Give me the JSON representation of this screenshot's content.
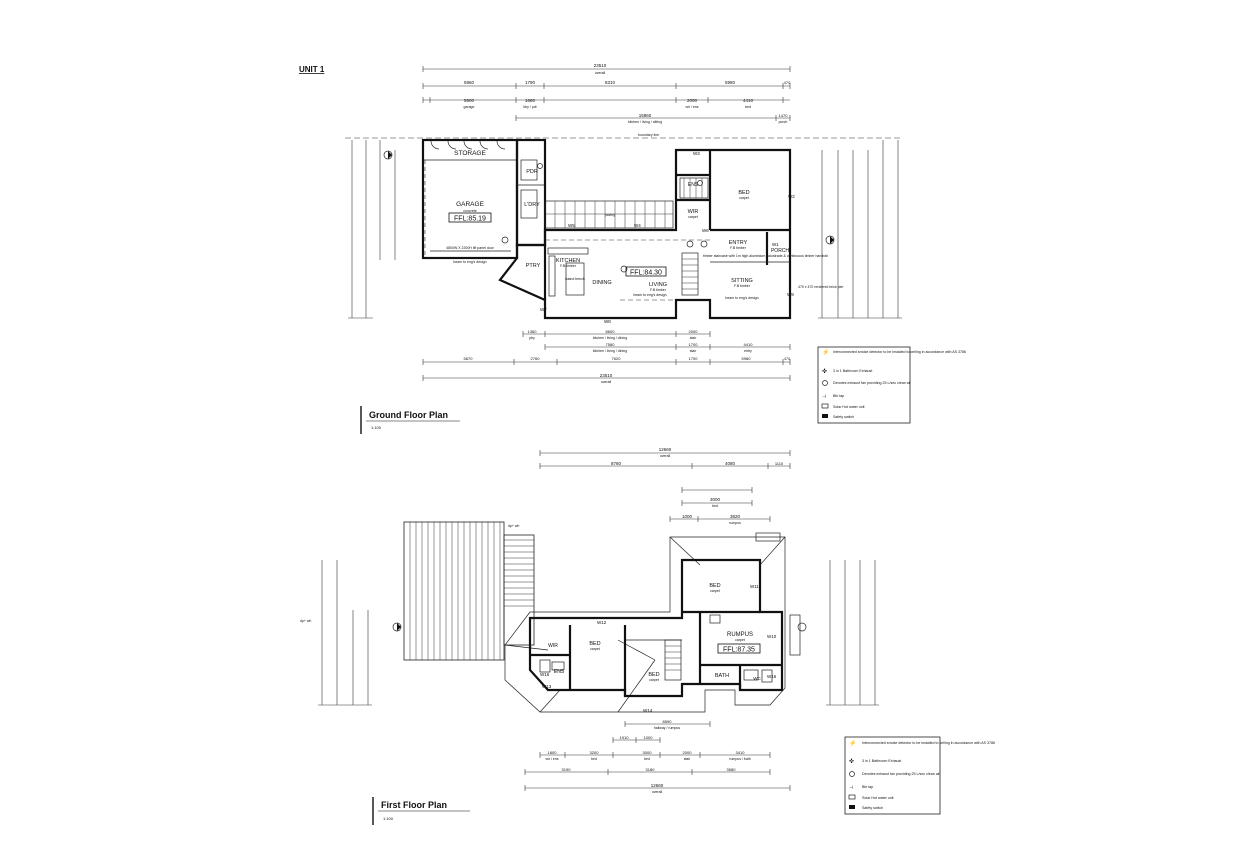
{
  "unit_label": "UNIT 1",
  "ground": {
    "title": "Ground Floor Plan",
    "scale": "1:100",
    "rooms": {
      "storage": "STORAGE",
      "garage": "GARAGE",
      "garage_sub": "concrete",
      "pdr": "PDR",
      "ldry": "L'DRY",
      "ptry": "PTRY",
      "kitchen": "KITCHEN",
      "kitchen_sub": "F.B timber",
      "island": "island bench",
      "dining": "DINING",
      "living": "LIVING",
      "living_sub": "F.B timber",
      "entry": "ENTRY",
      "entry_sub": "F.B timber",
      "sitting": "SITTING",
      "sitting_sub": "F.B timber",
      "porch": "PORCH",
      "bed": "BED",
      "bed_sub": "carpet",
      "wir": "WIR",
      "wir_sub": "carpet",
      "ens": "ENS",
      "paving": "paving"
    },
    "ffl_garage": "FFL:85.19",
    "ffl_living": "FFL:84.30",
    "notes": {
      "door": "4800W X 2200H lift panel door",
      "beam1": "beam to eng's design",
      "stair": "timber staircase with 1m high aluminium balustrade & continuous timber handrail",
      "pier": "470 x 470 rendered brick pier",
      "bkdry": "boundary line"
    },
    "windows": [
      "W1",
      "W2",
      "W3",
      "W4",
      "W5",
      "W6",
      "W7",
      "W8",
      "W9"
    ],
    "dims_top": {
      "overall": "23510",
      "overall_lbl": "overall",
      "row2": [
        "5960",
        "1790",
        "8310",
        "5980",
        "470"
      ],
      "row3": [
        "5500",
        "1680",
        "2000",
        "4410"
      ],
      "row3_lbl": [
        "garage",
        "ldry / pdr",
        "wir / ens",
        "bed"
      ],
      "row4": "15960",
      "row4_lbl": "kitchen / living / sitting",
      "row4b": "1470",
      "row4b_lbl": "porch"
    },
    "dims_bottom": {
      "row1": [
        "1360",
        "8600",
        "2000"
      ],
      "row1_lbl": [
        "ptry",
        "kitchen / living / dining",
        "stair"
      ],
      "row2": [
        "7580",
        "1700",
        "4410"
      ],
      "row2_lbl": [
        "kitchen / living / dining",
        "stair",
        "entry"
      ],
      "row3": [
        "5870",
        "2760",
        "7620",
        "1700",
        "5980",
        "470"
      ],
      "overall": "23510",
      "overall_lbl": "overall"
    }
  },
  "first": {
    "title": "First Floor Plan",
    "scale": "1:100",
    "rooms": {
      "bed1": "BED",
      "bed1_sub": "carpet",
      "bed2": "BED",
      "bed2_sub": "carpet",
      "bed3": "BED",
      "bed3_sub": "carpet",
      "rumpus": "RUMPUS",
      "rumpus_sub": "carpet",
      "wir": "WIR",
      "ens": "ENS",
      "bath": "BATH",
      "wc": "WC"
    },
    "ffl": "FFL:87.35",
    "windows": [
      "W10",
      "W11",
      "W12",
      "W13",
      "W14",
      "W15",
      "W16"
    ],
    "dims_top": {
      "overall": "12660",
      "overall_lbl": "overall",
      "row2": [
        "8760",
        "4080",
        "1110"
      ],
      "row3": [
        "3000"
      ],
      "row3_lbl": [
        "bed"
      ],
      "row4": [
        "1000",
        "3820"
      ],
      "row4_lbl": [
        "",
        "rumpus"
      ]
    },
    "dims_bottom": {
      "row1": "8590",
      "row1_lbl": "hallway / rumpus",
      "row2": [
        "1910",
        "1000"
      ],
      "row3": [
        "1800",
        "3200",
        "3000",
        "2000",
        "3410"
      ],
      "row3_lbl": [
        "wir / ens",
        "bed",
        "bed",
        "stair",
        "rumpus / bath"
      ],
      "row4": [
        "3190",
        "3180",
        "3580"
      ],
      "overall": "12660",
      "overall_lbl": "overall"
    }
  },
  "legend": [
    {
      "icon": "smoke-detector-icon",
      "text": "Interconnected smoke detector to be installed to ceiling in accordance with AS 3786"
    },
    {
      "icon": "exhaust-3in1-icon",
      "text": "3 in 1 Bathroom Exhaust"
    },
    {
      "icon": "exhaust-fan-icon",
      "text": "Denotes exhaust fan providing 25 L/sec clean air"
    },
    {
      "icon": "bib-tap-icon",
      "text": "Bib tap"
    },
    {
      "icon": "solar-hot-water-icon",
      "text": "Solar Hot water unit"
    },
    {
      "icon": "safety-switch-icon",
      "text": "Safety switch"
    }
  ],
  "downpipe": "dp+ wh"
}
